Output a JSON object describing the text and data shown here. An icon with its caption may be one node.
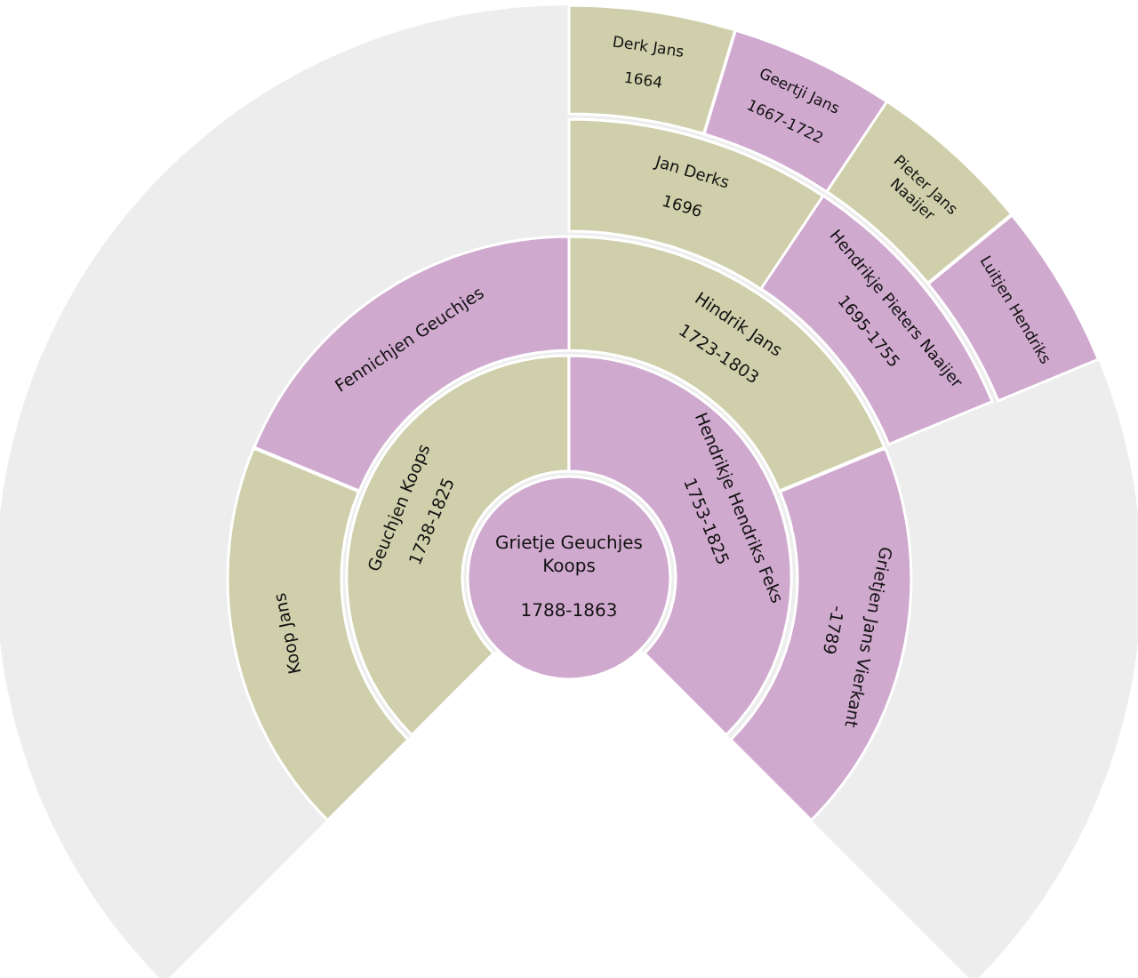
{
  "diagram": {
    "nodes": [
      {
        "text": [
          "Grietje Geuchjes Koops",
          "1788-1863"
        ]
      },
      {
        "text": [
          "Geuchjen Koops",
          "1738-1825"
        ]
      },
      {
        "text": [
          "Hendrikje Hendriks Feks",
          "1753-1825"
        ]
      },
      {
        "text": [
          "Koop Jans"
        ]
      },
      {
        "text": [
          "Fennichjen Geuchjes"
        ]
      },
      {
        "text": [
          "Hindrik Jans",
          "1723-1803"
        ]
      },
      {
        "text": [
          "Grietjen Jans Vierkant",
          "-1789"
        ]
      },
      {
        "text": [
          "Jan Derks",
          "1696"
        ]
      },
      {
        "text": [
          "Hendrikje Pieters Naaijer",
          "1695-1755"
        ]
      },
      {
        "text": [
          "Derk Jans",
          "1664"
        ]
      },
      {
        "text": [
          "Geertji Jans",
          "1667-1722"
        ]
      },
      {
        "text": [
          "Pieter Jans Naaijer"
        ]
      },
      {
        "text": [
          "Luitjen Hendriks"
        ]
      }
    ]
  }
}
